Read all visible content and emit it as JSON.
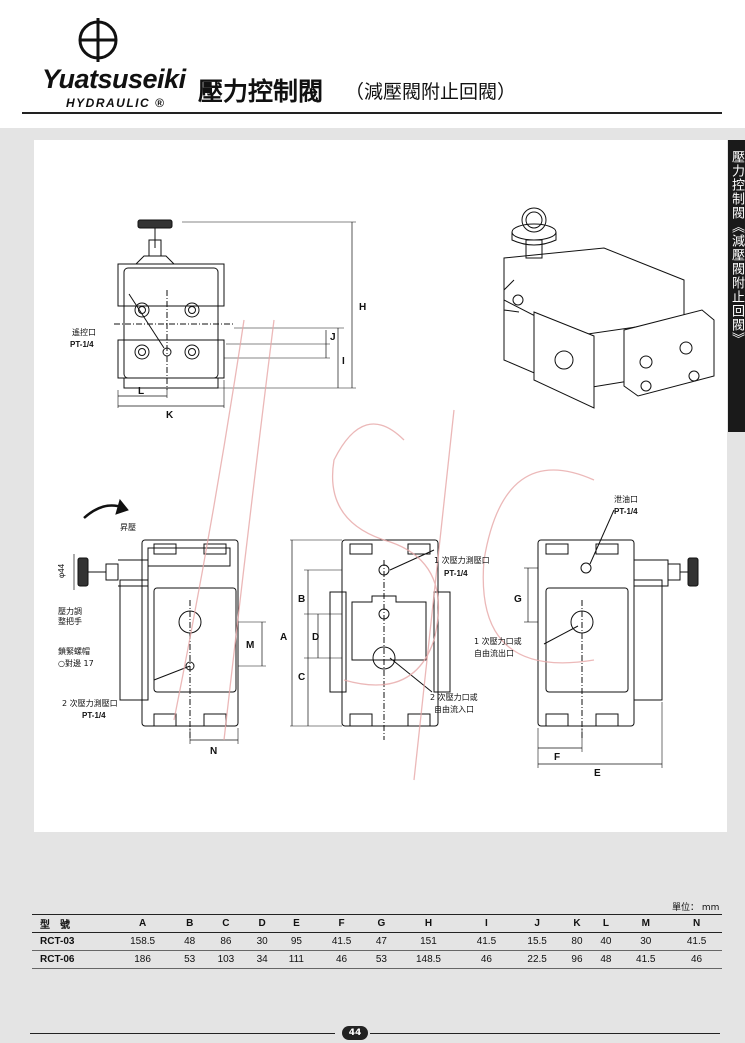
{
  "header": {
    "brand_name": "Yuatsuseiki",
    "brand_sub": "HYDRAULIC ®",
    "title": "壓力控制閥",
    "subtitle": "（減壓閥附止回閥）"
  },
  "side_tab": {
    "text": "壓力控制閥《減壓閥附止回閥》"
  },
  "top_view": {
    "pilot_port_label": "遙控口",
    "pilot_port_size": "PT-1/4",
    "dim_labels": [
      "H",
      "J",
      "I",
      "L",
      "K"
    ]
  },
  "left_view": {
    "rise_label": "昇壓",
    "dia_label": "φ44",
    "handle_label_1": "壓力調",
    "handle_label_2": "整把手",
    "locknut_label_1": "鎖緊螺帽",
    "locknut_label_2": "○對邊 17",
    "second_port_label": "2 次壓力測壓口",
    "second_port_size": "PT-1/4",
    "dim_labels": [
      "M",
      "N"
    ]
  },
  "center_view": {
    "first_port_label": "1 次壓力測壓口",
    "first_port_size": "PT-1/4",
    "second_or_free_in": "2 次壓力口或",
    "free_in": "自由流入口",
    "dim_labels": [
      "B",
      "A",
      "D",
      "C"
    ]
  },
  "right_view": {
    "drain_label": "泄油口",
    "drain_size": "PT-1/4",
    "first_or_free_out": "1 次壓力口或",
    "free_out": "自由流出口",
    "dim_labels": [
      "G",
      "F",
      "E"
    ]
  },
  "table": {
    "unit": "單位： mm",
    "headers": [
      "型　號",
      "A",
      "B",
      "C",
      "D",
      "E",
      "F",
      "G",
      "H",
      "I",
      "J",
      "K",
      "L",
      "M",
      "N"
    ],
    "rows": [
      [
        "RCT-03",
        "158.5",
        "48",
        "86",
        "30",
        "95",
        "41.5",
        "47",
        "151",
        "41.5",
        "15.5",
        "80",
        "40",
        "30",
        "41.5"
      ],
      [
        "RCT-06",
        "186",
        "53",
        "103",
        "34",
        "111",
        "46",
        "53",
        "148.5",
        "46",
        "22.5",
        "96",
        "48",
        "41.5",
        "46"
      ]
    ]
  },
  "footer": {
    "page_number": "44"
  }
}
